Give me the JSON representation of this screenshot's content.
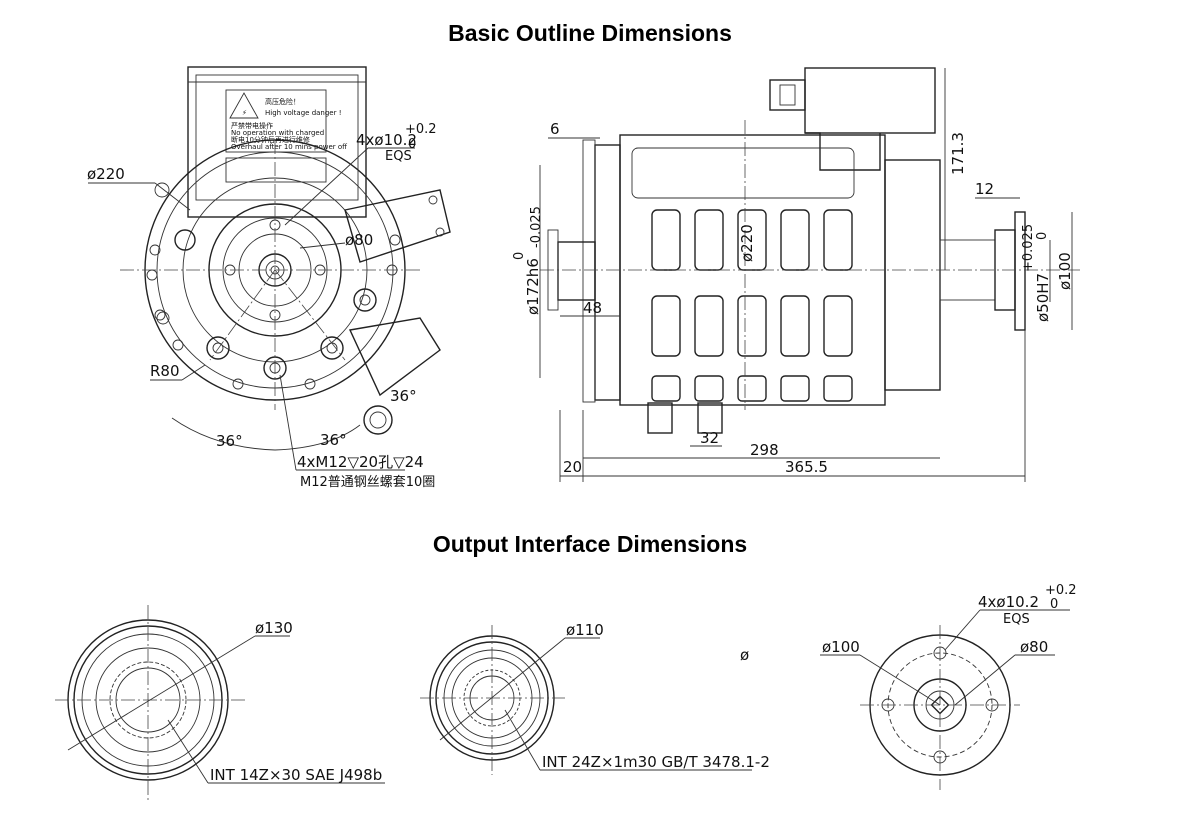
{
  "titles": {
    "basic": "Basic Outline Dimensions",
    "output": "Output Interface Dimensions"
  },
  "front_view": {
    "dia_220": "ø220",
    "dia_80": "ø80",
    "hole_spec": "4xø10.2",
    "hole_tol_upper": "+0.2",
    "hole_tol_lower": "0",
    "eqs": "EQS",
    "r80": "R80",
    "angle_36": "36°",
    "thread_spec": "4xM12▽20孔▽24",
    "thread_note": "M12普通钢丝螺套10圈",
    "label_cn": "高压危险！",
    "label_en": "High voltage danger !",
    "label_line1": "严禁带电操作",
    "label_line2": "No operation with charged",
    "label_line3": "断电10分钟后再进行维修",
    "label_line4": "Overhaul after 10 mins power off"
  },
  "side_view": {
    "d6": "6",
    "d171": "171.3",
    "d12": "12",
    "d172": "ø172h6",
    "d172_tol_upper": "0",
    "d172_tol_lower": "-0.025",
    "d220": "ø220",
    "d48": "48",
    "d50": "ø50H7",
    "d50_tol_upper": "+0.025",
    "d50_tol_lower": "0",
    "d100": "ø100",
    "d32": "32",
    "d298": "298",
    "d20": "20",
    "d365": "365.5"
  },
  "interfaces": [
    {
      "dia": "ø130",
      "spline": "INT 14Z×30 SAE J498b"
    },
    {
      "dia": "ø110",
      "spline": "INT 24Z×1m30 GB/T 3478.1-2",
      "cut": "ø"
    },
    {
      "dia_outer": "ø100",
      "dia_inner": "ø80",
      "holes": "4xø10.2",
      "tol_upper": "+0.2",
      "tol_lower": "0",
      "eqs": "EQS"
    }
  ]
}
